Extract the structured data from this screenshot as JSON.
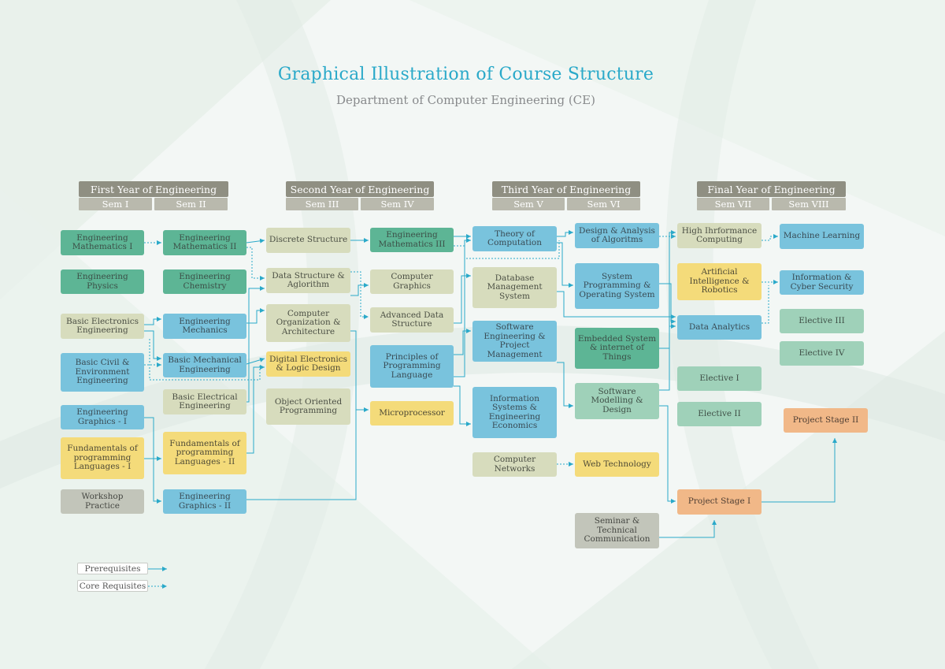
{
  "title": "Graphical Illustration of Course Structure",
  "subtitle": "Department of Computer Engineering (CE)",
  "colors": {
    "title": "#2aa9c9",
    "teal": "#5db595",
    "blue": "#79c3dd",
    "beige": "#d7dcbd",
    "light_green": "#9fd1b9",
    "yellow": "#f4db7a",
    "orange": "#f1b888",
    "gray": "#c2c5ba",
    "connector": "#2aa9c9",
    "year_header": "#8f8f82",
    "sem_header": "#b9b9ad"
  },
  "years": [
    {
      "label": "First Year of Engineering",
      "sems": [
        "Sem I",
        "Sem II"
      ]
    },
    {
      "label": "Second Year of Engineering",
      "sems": [
        "Sem III",
        "Sem IV"
      ]
    },
    {
      "label": "Third Year of Engineering",
      "sems": [
        "Sem V",
        "Sem VI"
      ]
    },
    {
      "label": "Final Year of Engineering",
      "sems": [
        "Sem VII",
        "Sem VIII"
      ]
    }
  ],
  "courses": {
    "em1": "Engineering Mathematics I",
    "ep": "Engineering Physics",
    "bee": "Basic Electronics Engineering",
    "bcee": "Basic Civil & Environment Engineering",
    "eg1": "Engineering Graphics - I",
    "fpl1": "Fundamentals of programming Languages - I",
    "wp": "Workshop Practice",
    "em2": "Engineering Mathematics II",
    "ec": "Engineering Chemistry",
    "emech": "Engineering Mechanics",
    "bme": "Basic Mechanical Engineering",
    "bele": "Basic Electrical Engineering",
    "fpl2": "Fundamentals of programming Languages - II",
    "eg2": "Engineering Graphics - II",
    "ds": "Discrete Structure",
    "dsa": "Data Structure & Aglorithm",
    "coa": "Computer Organization & Architecture",
    "deld": "Digital Electronics & Logic Design",
    "oop": "Object Oriented Programming",
    "em3": "Engineering Mathematics III",
    "cg": "Computer Graphics",
    "ads": "Advanced Data Structure",
    "ppl": "Principles of Programming Language",
    "mp": "Microprocessor",
    "toc": "Theory of Computation",
    "dbms": "Database Management System",
    "sepm": "Software Engineering & Project Management",
    "isee": "Information Systems & Engineering Economics",
    "cn": "Computer Networks",
    "daa": "Design & Analysis of Algoritms",
    "spos": "System Programming & Operating System",
    "esiot": "Embedded System & internet of Things",
    "smd": "Software Modelling & Design",
    "wt": "Web Technology",
    "stc": "Seminar & Technical Communication",
    "hpc": "High Ihrformance Computing",
    "air": "Artificial Intelligence & Robotics",
    "da": "Data Analytics",
    "e1": "Elective I",
    "e2": "Elective II",
    "ps1": "Project Stage I",
    "ml": "Machine Learning",
    "ics": "Information & Cyber Security",
    "e3": "Elective III",
    "e4": "Elective IV",
    "ps2": "Project Stage II"
  },
  "legend": {
    "prerequisites": "Prerequisites",
    "core": "Core Requisites"
  }
}
